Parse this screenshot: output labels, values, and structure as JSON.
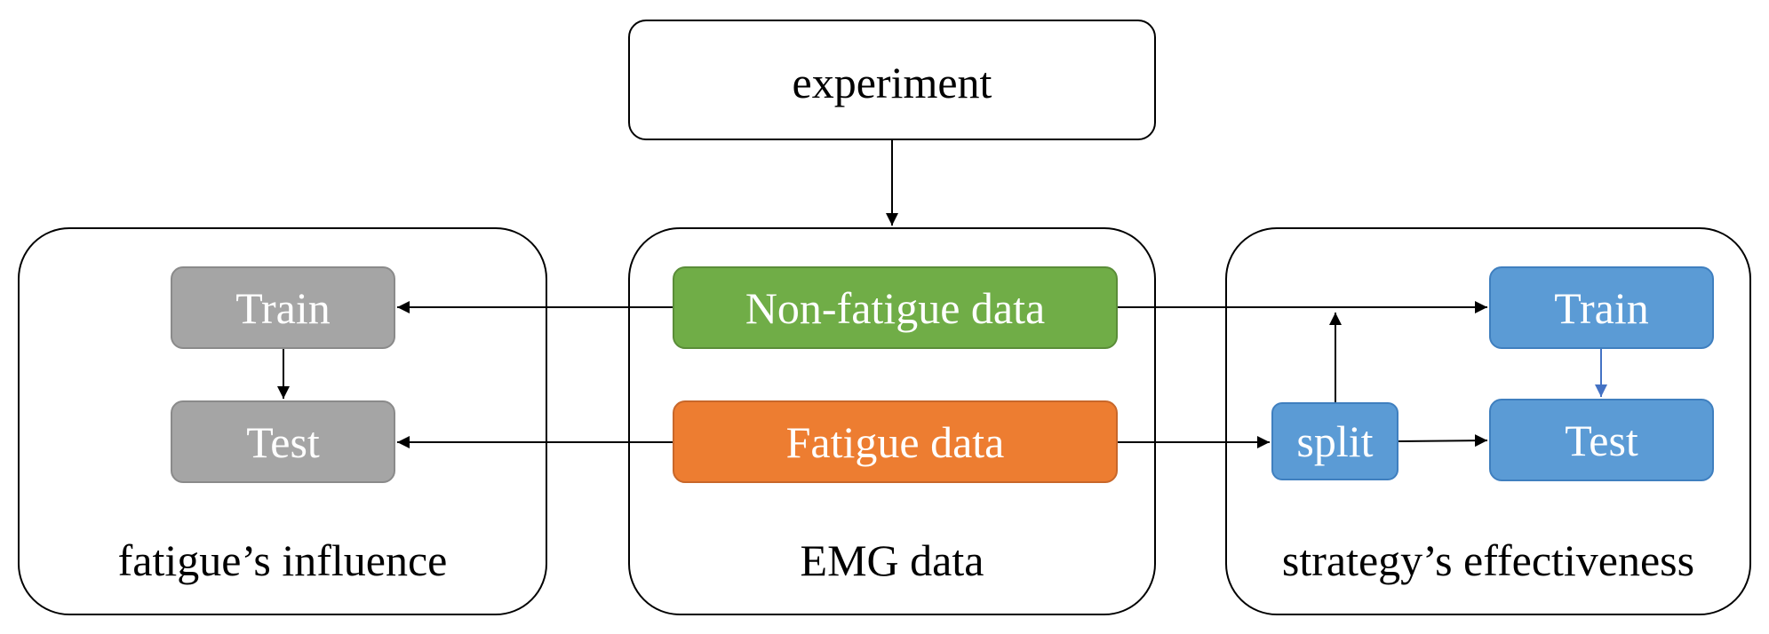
{
  "top": {
    "label": "experiment"
  },
  "panels": {
    "left": {
      "caption": "fatigue’s influence",
      "train": "Train",
      "test": "Test"
    },
    "center": {
      "caption": "EMG data",
      "non_fatigue": "Non-fatigue data",
      "fatigue": "Fatigue data"
    },
    "right": {
      "caption": "strategy’s effectiveness",
      "split": "split",
      "train": "Train",
      "test": "Test"
    }
  },
  "colors": {
    "gray_node": "#a5a5a5",
    "gray_border": "#8a8a8a",
    "green_node": "#70ad47",
    "green_border": "#5a8d38",
    "orange_node": "#ed7d31",
    "orange_border": "#c8672a",
    "blue_node": "#5b9bd5",
    "blue_border": "#3f7fbf",
    "blue_arrow": "#4472c4"
  }
}
